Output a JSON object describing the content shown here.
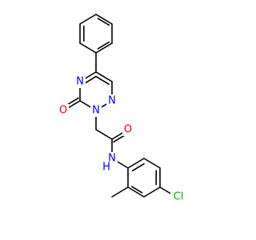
{
  "molecule": {
    "atoms": [
      {
        "id": "o_carbonyl_ring",
        "text": "O",
        "color": "#ff0000"
      },
      {
        "id": "n_ring_4",
        "text": "N",
        "color": "#0000ff"
      },
      {
        "id": "n_ring_1",
        "text": "N",
        "color": "#0000ff"
      },
      {
        "id": "n_ring_2",
        "text": "N",
        "color": "#0000ff"
      },
      {
        "id": "o_amide",
        "text": "O",
        "color": "#ff0000"
      },
      {
        "id": "n_amide",
        "text": "N",
        "color": "#0000ff"
      },
      {
        "id": "h_amide",
        "text": "H",
        "color": "#0000ff"
      },
      {
        "id": "cl",
        "text": "Cl",
        "color": "#00b000"
      }
    ]
  }
}
